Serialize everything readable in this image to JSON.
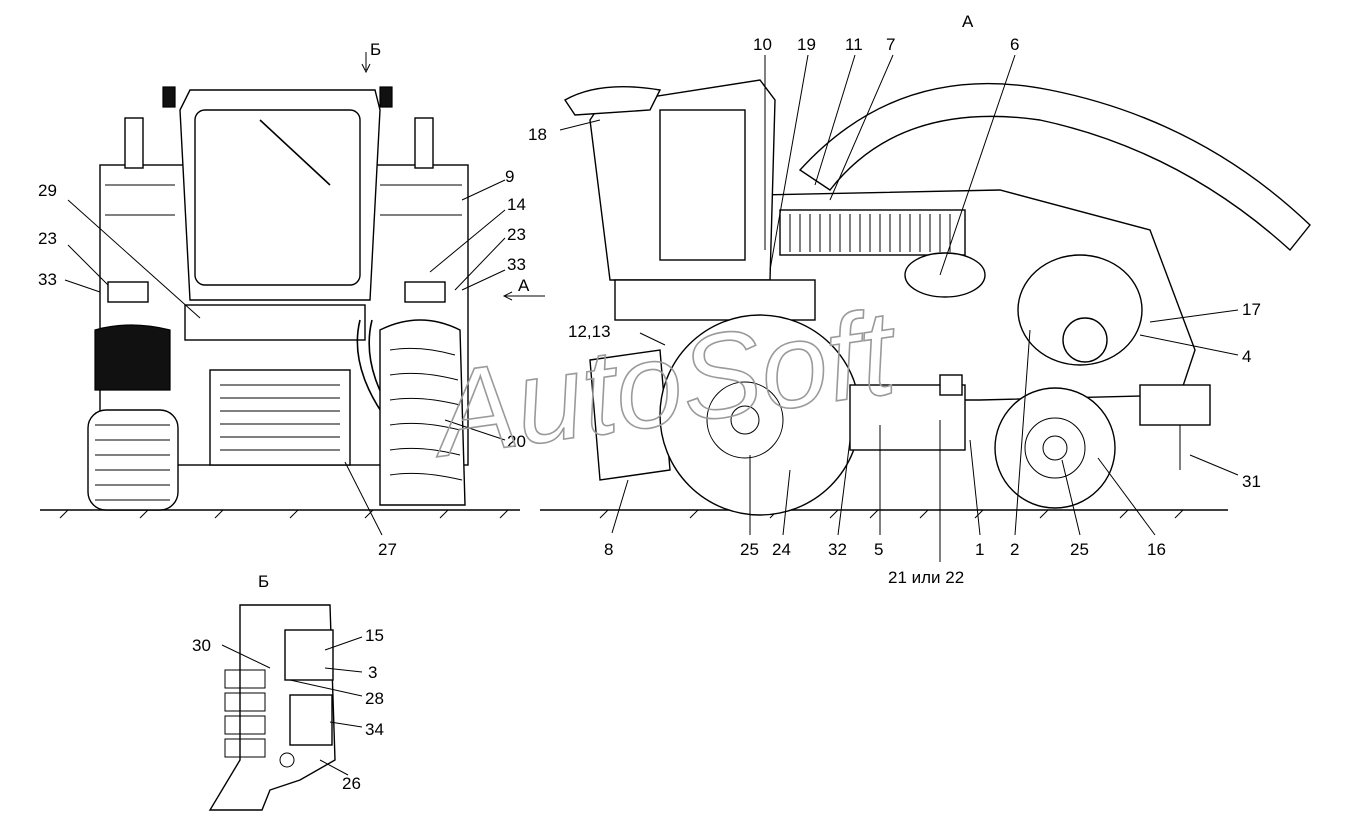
{
  "views": {
    "front_view_marker": "Б",
    "side_view_marker": "А",
    "detail_view_title": "Б"
  },
  "watermark": "AutoSoft",
  "labels": {
    "l1": "1",
    "l2": "2",
    "l3": "3",
    "l4": "4",
    "l5": "5",
    "l6": "6",
    "l7": "7",
    "l8": "8",
    "l9": "9",
    "l10": "10",
    "l11": "11",
    "l12_13": "12,13",
    "l14": "14",
    "l15": "15",
    "l16": "16",
    "l17": "17",
    "l18": "18",
    "l19": "19",
    "l20": "20",
    "l21_22": "21 или 22",
    "l23a": "23",
    "l23b": "23",
    "l24": "24",
    "l25a": "25",
    "l25b": "25",
    "l26": "26",
    "l27": "27",
    "l28": "28",
    "l29": "29",
    "l30": "30",
    "l31": "31",
    "l32": "32",
    "l33a": "33",
    "l33b": "33",
    "l34": "34"
  },
  "colors": {
    "line": "#000000",
    "background": "#ffffff",
    "watermark": "#9a9a9a"
  }
}
